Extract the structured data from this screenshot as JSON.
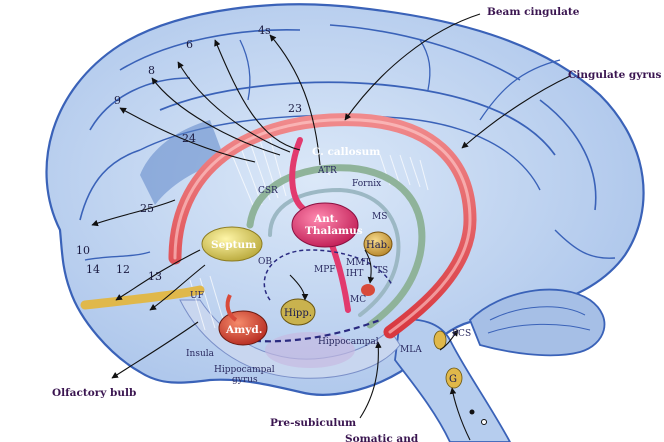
{
  "colors": {
    "brain_fill": "#bcd3ef",
    "brain_stroke": "#3a62b8",
    "callosum": "#e8555c",
    "septum": "#d8cc55",
    "thalamus": "#e23a6e",
    "amygdala": "#d84a3a",
    "hippocampus": "#c9b24e",
    "olfactory": "#e0b84a",
    "fornix": "#8fb39a"
  },
  "outside_labels": {
    "beam_cingulate": "Beam cingulate",
    "cingulate_gyrus": "Cingulate gyrus",
    "olfactory_bulb": "Olfactory bulb",
    "pre_subiculum": "Pre-subiculum",
    "somatic": "Somatic and"
  },
  "area_numbers": {
    "n4s": "4s",
    "n6": "6",
    "n8": "8",
    "n9": "9",
    "n10": "10",
    "n12": "12",
    "n13": "13",
    "n14": "14",
    "n23": "23",
    "n24": "24",
    "n25": "25"
  },
  "structures": {
    "callosum": "C. callosum",
    "fornix": "Fornix",
    "atr": "ATR",
    "csr": "CSR",
    "ant": "Ant.",
    "thalamus": "Thalamus",
    "septum": "Septum",
    "ms": "MS",
    "hab": "Hab.",
    "ob": "OB",
    "mpf": "MPF",
    "mmt": "MMT",
    "iht": "IHT",
    "ts": "TS",
    "mc": "MC",
    "uf": "UF",
    "amyd": "Amyd.",
    "hipp": "Hipp.",
    "insula": "Insula",
    "hippocampal": "Hippocampal",
    "hippocampal_gyrus_1": "Hippocampal",
    "hippocampal_gyrus_2": "gyrus",
    "mla": "MLA",
    "pcs": "PCS",
    "g": "G"
  }
}
